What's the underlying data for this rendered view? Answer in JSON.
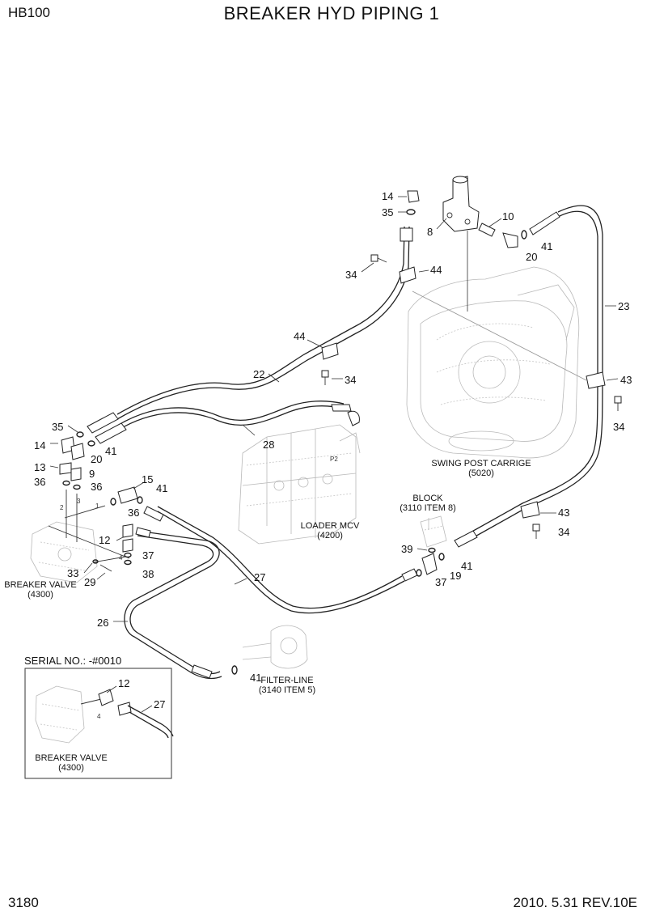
{
  "header": {
    "model": "HB100",
    "title": "BREAKER HYD PIPING 1"
  },
  "footer": {
    "page_number": "3180",
    "revision": "2010. 5.31 REV.10E"
  },
  "part_callouts": {
    "p14_top": "14",
    "p35_top": "35",
    "p8": "8",
    "p10": "10",
    "p41_top": "41",
    "p20_top": "20",
    "p44_top": "44",
    "p34_top": "34",
    "p23": "23",
    "p44_mid": "44",
    "p34_mid": "34",
    "p43_top": "43",
    "p34_right": "34",
    "p22": "22",
    "p35_left": "35",
    "p14_left": "14",
    "p41_left": "41",
    "p20_left": "20",
    "p28": "28",
    "p13": "13",
    "p9": "9",
    "p36_a": "36",
    "p36_b": "36",
    "p15": "15",
    "p41_mid": "41",
    "p36_c": "36",
    "p12": "12",
    "p37_a": "37",
    "p38": "38",
    "p33": "33",
    "p29": "29",
    "p43_low": "43",
    "p34_low": "34",
    "p39": "39",
    "p41_low": "41",
    "p19": "19",
    "p37_b": "37",
    "p27": "27",
    "p26": "26",
    "p41_bottom": "41",
    "inset_12": "12",
    "inset_27": "27"
  },
  "tiny_marks": {
    "m1": "1",
    "m2": "2",
    "m3": "3",
    "m4": "4",
    "m4_inset": "4",
    "p2": "P2"
  },
  "captions": {
    "swing_post_1": "SWING POST CARRIGE",
    "swing_post_2": "(5020)",
    "block_1": "BLOCK",
    "block_2": "(3110 ITEM 8)",
    "loader_mcv_1": "LOADER MCV",
    "loader_mcv_2": "(4200)",
    "breaker_valve_1": "BREAKER VALVE",
    "breaker_valve_2": "(4300)",
    "filter_line_1": "FILTER-LINE",
    "filter_line_2": "(3140 ITEM 5)",
    "inset_breaker_1": "BREAKER VALVE",
    "inset_breaker_2": "(4300)"
  },
  "inset": {
    "serial_label": "SERIAL NO.: -#0010"
  }
}
